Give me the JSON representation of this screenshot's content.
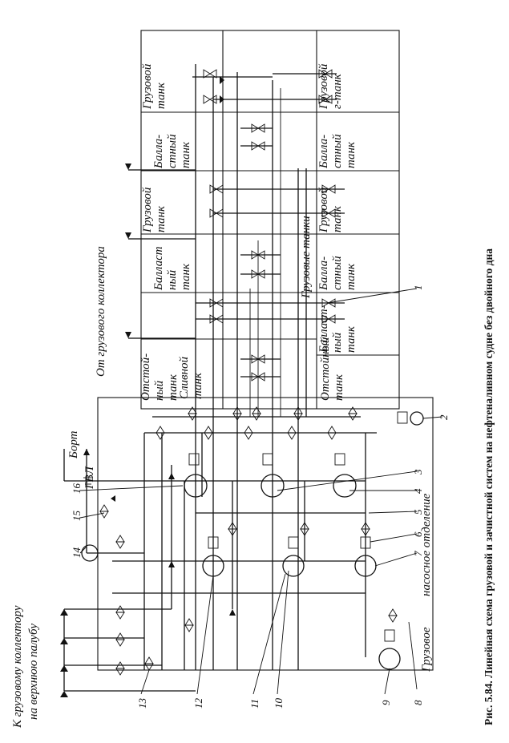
{
  "figure": {
    "caption": "Рис. 5.84. Линейная схема грузовой и зачистной систем на нефтеналивном судне    без двойного дна"
  },
  "labels": {
    "to_deck": [
      "К грузовому коллектору",
      "на верхнюю палубу"
    ],
    "from_manifold": "От грузового коллектора",
    "cargo_tanks_center": "Грузовые танки",
    "pump_room": "насосное отделение",
    "cargo_pump_room_prefix": "Грузовое",
    "side": "Борт",
    "waterline": "ГВЛ"
  },
  "tanks": {
    "top_row": [
      {
        "id": "settling-top",
        "lines": [
          "Отстой-",
          "ный",
          "танк"
        ]
      },
      {
        "id": "drain-tank",
        "lines": [
          "Сливной",
          "танк"
        ]
      },
      {
        "id": "ballast-top-1",
        "lines": [
          "Балласт",
          "ный",
          "танк"
        ]
      },
      {
        "id": "cargo-top-1",
        "lines": [
          "Грузовой",
          "танк"
        ]
      },
      {
        "id": "ballast-top-2",
        "lines": [
          "Балла-",
          "стный",
          "танк"
        ]
      },
      {
        "id": "cargo-top-2",
        "lines": [
          "Грузовой",
          "танк"
        ]
      }
    ],
    "bottom_row": [
      {
        "id": "settling-bottom",
        "lines": [
          "Отстойный",
          "танк"
        ]
      },
      {
        "id": "ballast-bottom-1",
        "lines": [
          "Баллаcт-",
          "ный",
          "танк"
        ]
      },
      {
        "id": "ballast-bottom-2",
        "lines": [
          "Балла-",
          "стный",
          "танк"
        ]
      },
      {
        "id": "cargo-bottom-1",
        "lines": [
          "Грузовой",
          "танк"
        ]
      },
      {
        "id": "ballast-bottom-3",
        "lines": [
          "Балла-",
          "стный",
          "танк"
        ]
      },
      {
        "id": "cargo-bottom-2",
        "lines": [
          "Грузовой",
          "г-танк"
        ]
      }
    ]
  },
  "callouts": [
    "1",
    "2",
    "3",
    "4",
    "5",
    "6",
    "7",
    "8",
    "9",
    "10",
    "11",
    "12",
    "13",
    "14",
    "15",
    "16"
  ]
}
